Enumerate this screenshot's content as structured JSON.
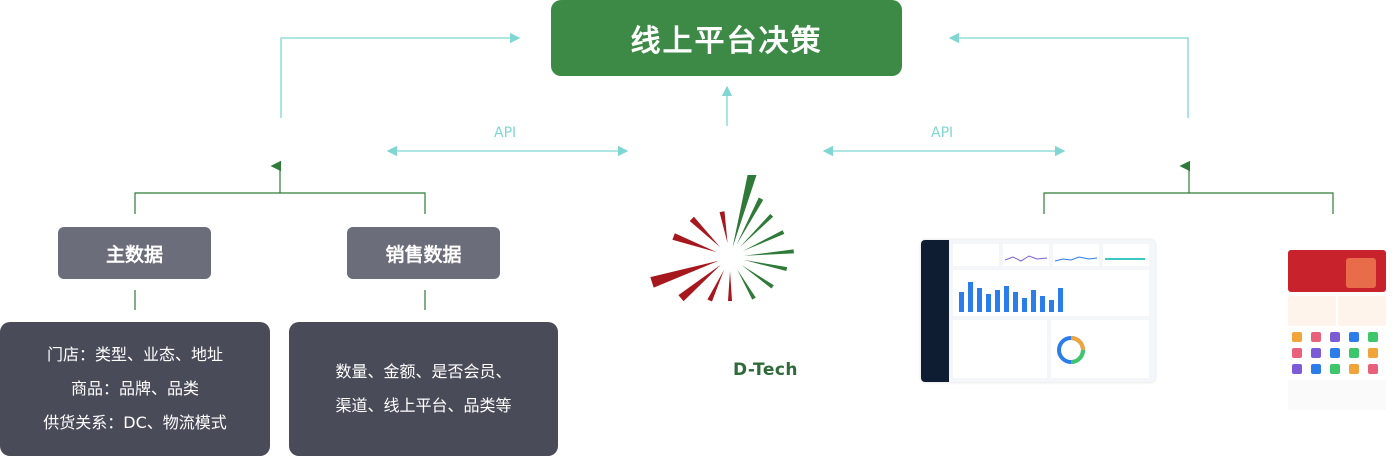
{
  "top": {
    "title": "线上平台决策"
  },
  "api": {
    "left": "API",
    "right": "API"
  },
  "master": {
    "title": "主数据",
    "lines": [
      "门店：类型、业态、地址",
      "商品：品牌、品类",
      "供货关系：DC、物流模式"
    ]
  },
  "sales": {
    "title": "销售数据",
    "lines": [
      "数量、金额、是否会员、",
      "渠道、线上平台、品类等"
    ]
  },
  "logo": {
    "text": "D-Tech"
  },
  "colors": {
    "green": "#3d8a47",
    "gray_box": "#6c6d7a",
    "dark_box": "#4a4b59",
    "teal": "#7fd6d2",
    "logo_red": "#a6181e",
    "logo_green": "#2f7a38"
  }
}
